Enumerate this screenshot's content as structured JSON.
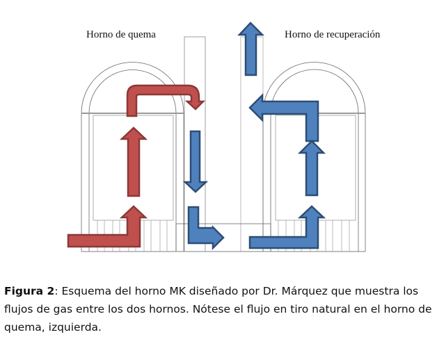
{
  "labels": {
    "left_furnace": "Horno de quema",
    "right_furnace": "Horno de recuperación"
  },
  "caption": {
    "figure_label": "Figura 2",
    "text": ": Esquema del horno MK diseñado por Dr. Márquez que muestra los flujos de gas entre los dos hornos. Nótese el flujo en tiro natural en el horno de quema, izquierda."
  },
  "colors": {
    "hot_flow": "#c0504d",
    "hot_stroke": "#8c3836",
    "cold_flow": "#4f81bd",
    "cold_stroke": "#2c4d75",
    "line": "#555555"
  }
}
